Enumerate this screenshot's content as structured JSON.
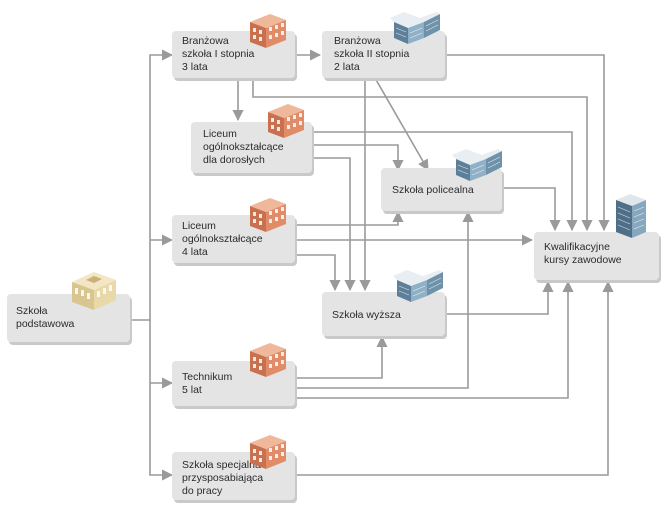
{
  "diagram": {
    "nodes": [
      {
        "id": "branzowa1",
        "lines": [
          "Branżowa",
          "szkoła I stopnia",
          "3 lata"
        ],
        "icon": "brick-building-icon"
      },
      {
        "id": "branzowa2",
        "lines": [
          "Branżowa",
          "szkoła II stopnia",
          "2 lata"
        ],
        "icon": "glass-building-icon"
      },
      {
        "id": "liceum_dorosli",
        "lines": [
          "Liceum",
          "ogólnokształcące",
          "dla dorosłych"
        ],
        "icon": "brick-building-icon"
      },
      {
        "id": "policealna",
        "lines": [
          "Szkoła policealna"
        ],
        "icon": "glass-building-icon"
      },
      {
        "id": "liceum",
        "lines": [
          "Liceum",
          "ogólnokształcące",
          "4 lata"
        ],
        "icon": "brick-building-icon"
      },
      {
        "id": "kursy",
        "lines": [
          "Kwalifikacyjne",
          "kursy zawodowe"
        ],
        "icon": "office-tower-icon"
      },
      {
        "id": "podstawowa",
        "lines": [
          "Szkoła",
          "podstawowa"
        ],
        "icon": "classic-building-icon"
      },
      {
        "id": "wyzsza",
        "lines": [
          "Szkoła wyższa"
        ],
        "icon": "glass-building-icon"
      },
      {
        "id": "technikum",
        "lines": [
          "Technikum",
          "5 lat"
        ],
        "icon": "brick-building-icon"
      },
      {
        "id": "specjalna",
        "lines": [
          "Szkoła specjalna",
          "przysposabiająca",
          "do pracy"
        ],
        "icon": "brick-building-icon"
      }
    ],
    "edges": [
      [
        "podstawowa",
        "branzowa1"
      ],
      [
        "podstawowa",
        "liceum"
      ],
      [
        "podstawowa",
        "technikum"
      ],
      [
        "podstawowa",
        "specjalna"
      ],
      [
        "branzowa1",
        "branzowa2"
      ],
      [
        "branzowa1",
        "liceum_dorosli"
      ],
      [
        "branzowa1",
        "kursy"
      ],
      [
        "branzowa2",
        "policealna"
      ],
      [
        "branzowa2",
        "wyzsza"
      ],
      [
        "branzowa2",
        "kursy"
      ],
      [
        "liceum_dorosli",
        "policealna"
      ],
      [
        "liceum_dorosli",
        "wyzsza"
      ],
      [
        "liceum_dorosli",
        "kursy"
      ],
      [
        "liceum",
        "policealna"
      ],
      [
        "liceum",
        "wyzsza"
      ],
      [
        "liceum",
        "kursy"
      ],
      [
        "technikum",
        "wyzsza"
      ],
      [
        "technikum",
        "policealna"
      ],
      [
        "technikum",
        "kursy"
      ],
      [
        "policealna",
        "kursy"
      ],
      [
        "wyzsza",
        "kursy"
      ],
      [
        "specjalna",
        "kursy"
      ]
    ],
    "colors": {
      "box_fill": "#e4e4e4",
      "box_shadow": "#c9c9c9",
      "line": "#9a9a9a",
      "text": "#2b2b2b",
      "brick": "#d9876a",
      "glass": "#6f8fa8"
    }
  }
}
